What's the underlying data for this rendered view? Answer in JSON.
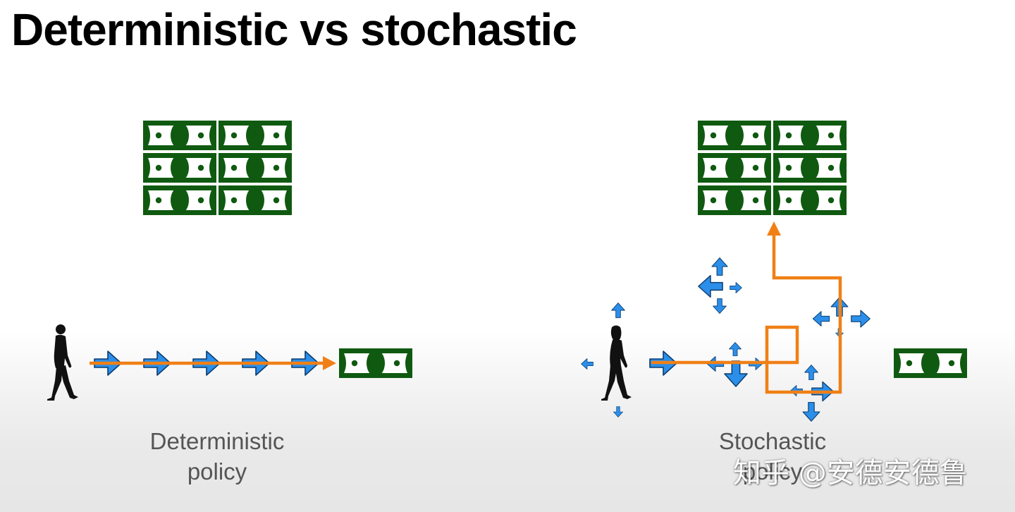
{
  "slide": {
    "title": "Deterministic vs stochastic"
  },
  "panels": {
    "deterministic": {
      "label_line1": "Deterministic",
      "label_line2": "policy"
    },
    "stochastic": {
      "label_line1": "Stochastic",
      "label_line2": "policy"
    }
  },
  "watermark": {
    "text": "知乎 @安德安德鲁"
  },
  "colors": {
    "bill_green": "#0f5a10",
    "arrow_blue": "#2b8fea",
    "path_orange": "#f08016",
    "text_gray": "#555555"
  },
  "icons": [
    "walking-man-icon",
    "walking-woman-icon",
    "dollar-bill-icon",
    "blue-arrow-icon"
  ]
}
